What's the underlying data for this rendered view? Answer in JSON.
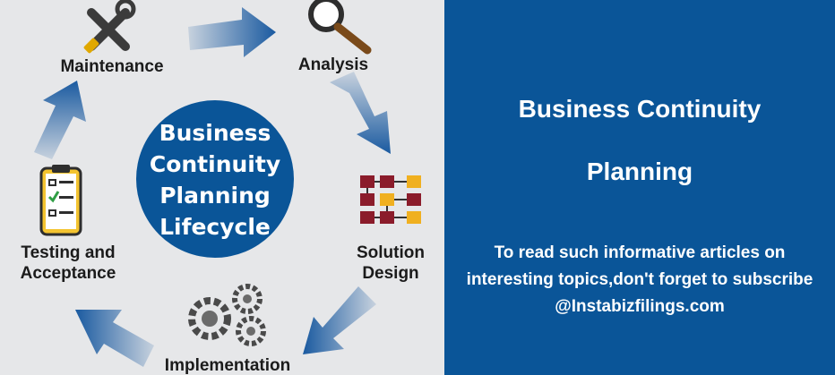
{
  "diagram": {
    "center": {
      "lines": [
        "Business",
        "Continuity",
        "Planning",
        "Lifecycle"
      ]
    },
    "stages": {
      "maintenance": "Maintenance",
      "analysis": "Analysis",
      "solution_design": [
        "Solution",
        "Design"
      ],
      "implementation": "Implementation",
      "testing": [
        "Testing and",
        "Acceptance"
      ]
    }
  },
  "panel": {
    "title_line1": "Business Continuity",
    "title_line2": "Planning",
    "body_lines": [
      "To read such informative articles on",
      "interesting topics,don't forget to subscribe",
      "@Instabizfilings.com"
    ]
  },
  "colors": {
    "circle": "#0a5598",
    "arrow": "#1a5aa0",
    "panel": "#0a5598",
    "left_bg": "#e6e7e9"
  },
  "icons": [
    "tools-icon",
    "magnifier-icon",
    "flowchart-grid-icon",
    "gears-icon",
    "clipboard-checklist-icon"
  ]
}
